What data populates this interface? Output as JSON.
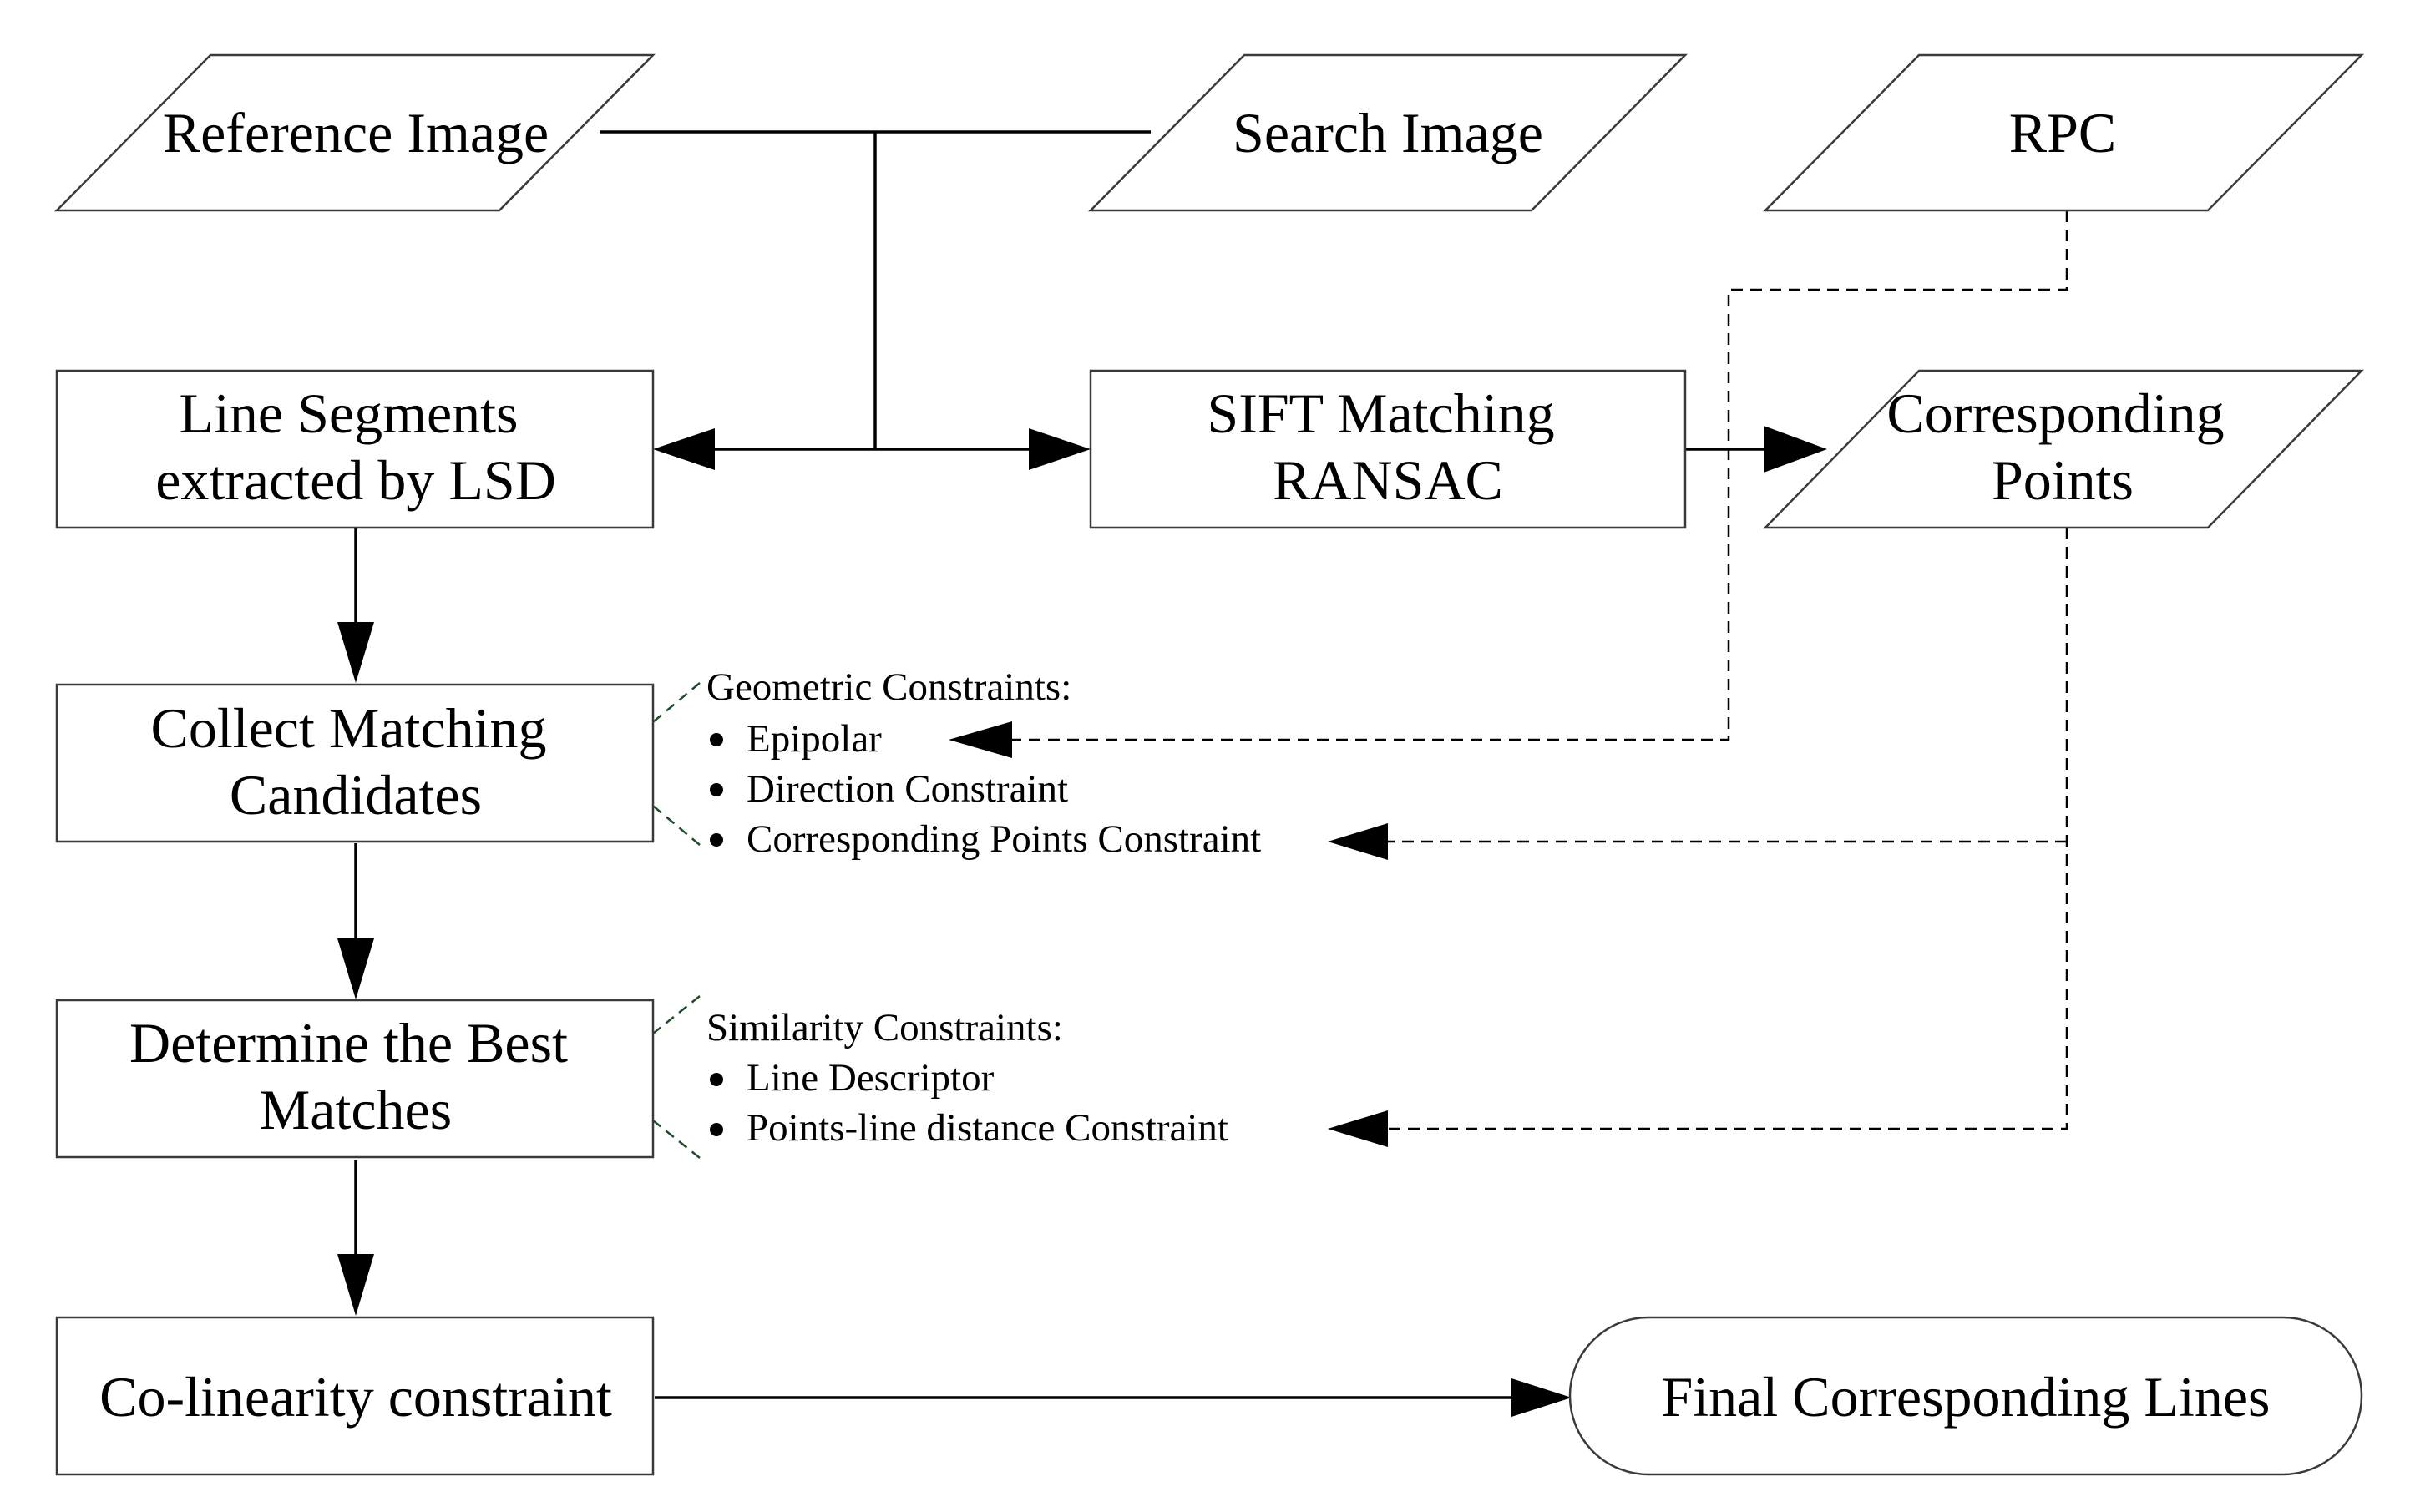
{
  "colors": {
    "stroke": "#3a3a3a",
    "arrow": "#000000",
    "accent_green": "#1e4d2b",
    "background": "#ffffff"
  },
  "nodes": {
    "reference_image": [
      "Reference Image"
    ],
    "search_image": [
      "Search Image"
    ],
    "rpc": [
      "RPC"
    ],
    "line_segments": [
      "Line Segments",
      "extracted by LSD"
    ],
    "sift_matching": [
      "SIFT Matching",
      "RANSAC"
    ],
    "corresponding_points": [
      "Corresponding",
      "Points"
    ],
    "collect_candidates": [
      "Collect Matching",
      "Candidates"
    ],
    "best_matches": [
      "Determine the Best",
      "Matches"
    ],
    "colinearity": [
      "Co-linearity constraint"
    ],
    "final_lines": [
      "Final Corresponding Lines"
    ]
  },
  "constraints": {
    "geometric": {
      "title": "Geometric Constraints:",
      "items": [
        "Epipolar",
        "Direction Constraint",
        "Corresponding Points Constraint"
      ]
    },
    "similarity": {
      "title": "Similarity Constraints:",
      "items": [
        "Line Descriptor",
        "Points-line distance Constraint"
      ]
    }
  }
}
